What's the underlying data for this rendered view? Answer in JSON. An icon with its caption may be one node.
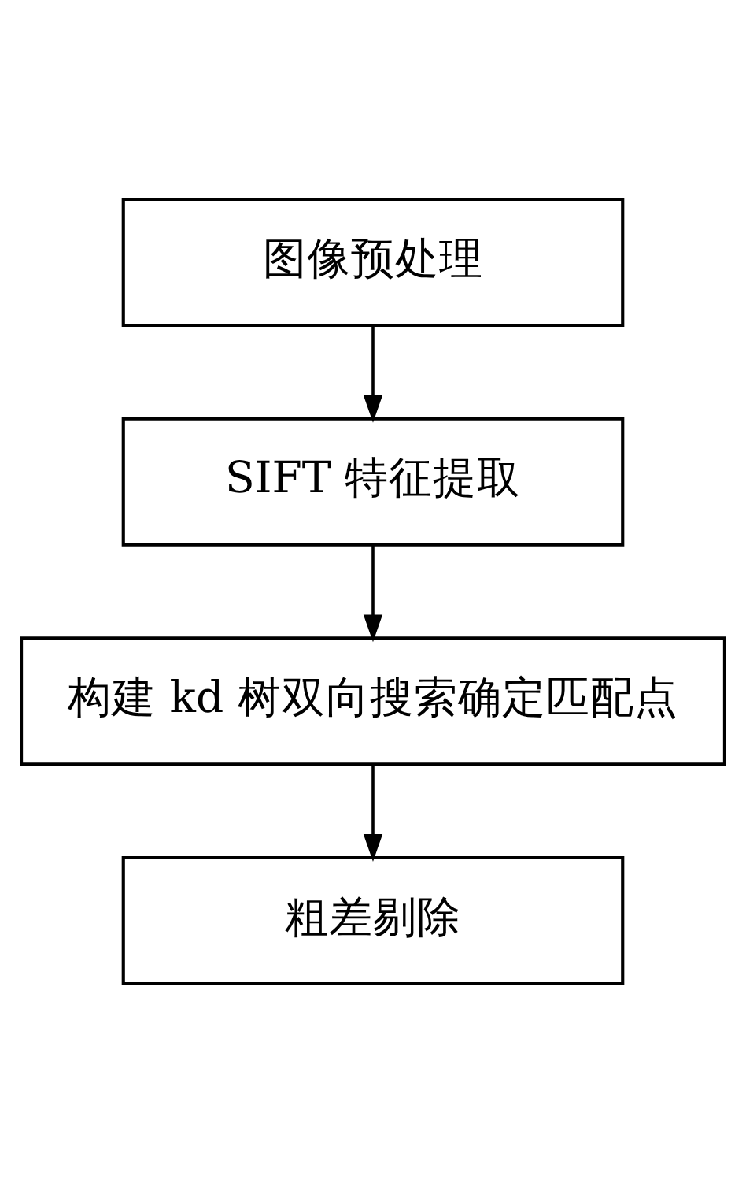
{
  "diagram": {
    "nodes": [
      {
        "text": [
          "图像预处理"
        ]
      },
      {
        "text": [
          "SIFT 特征提取"
        ]
      },
      {
        "text": [
          "构建 kd 树双向搜索确定匹配点"
        ]
      },
      {
        "text": [
          "粗差剔除"
        ]
      }
    ],
    "edges": [
      {
        "from": 0,
        "to": 1,
        "arrow": "to"
      },
      {
        "from": 1,
        "to": 2,
        "arrow": "to"
      },
      {
        "from": 2,
        "to": 3,
        "arrow": "to"
      }
    ]
  }
}
